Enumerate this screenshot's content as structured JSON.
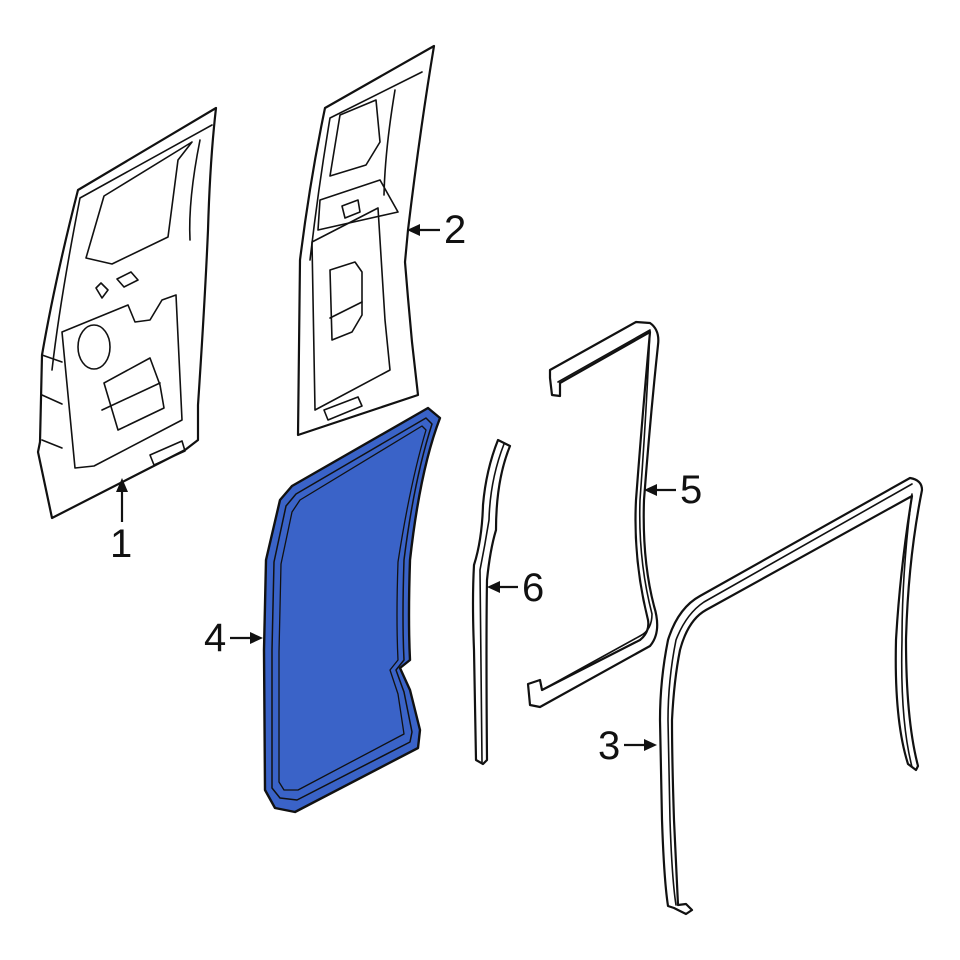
{
  "diagram": {
    "type": "exploded-parts-diagram",
    "highlight_color": "#3a63c8",
    "line_color": "#111111",
    "background": "#ffffff",
    "callouts": [
      {
        "number": "1",
        "part": "door-shell"
      },
      {
        "number": "2",
        "part": "door-inner-panel"
      },
      {
        "number": "3",
        "part": "body-side-weatherstrip"
      },
      {
        "number": "4",
        "part": "door-weatherstrip",
        "highlighted": true
      },
      {
        "number": "5",
        "part": "door-seal"
      },
      {
        "number": "6",
        "part": "pillar-seal"
      }
    ]
  }
}
